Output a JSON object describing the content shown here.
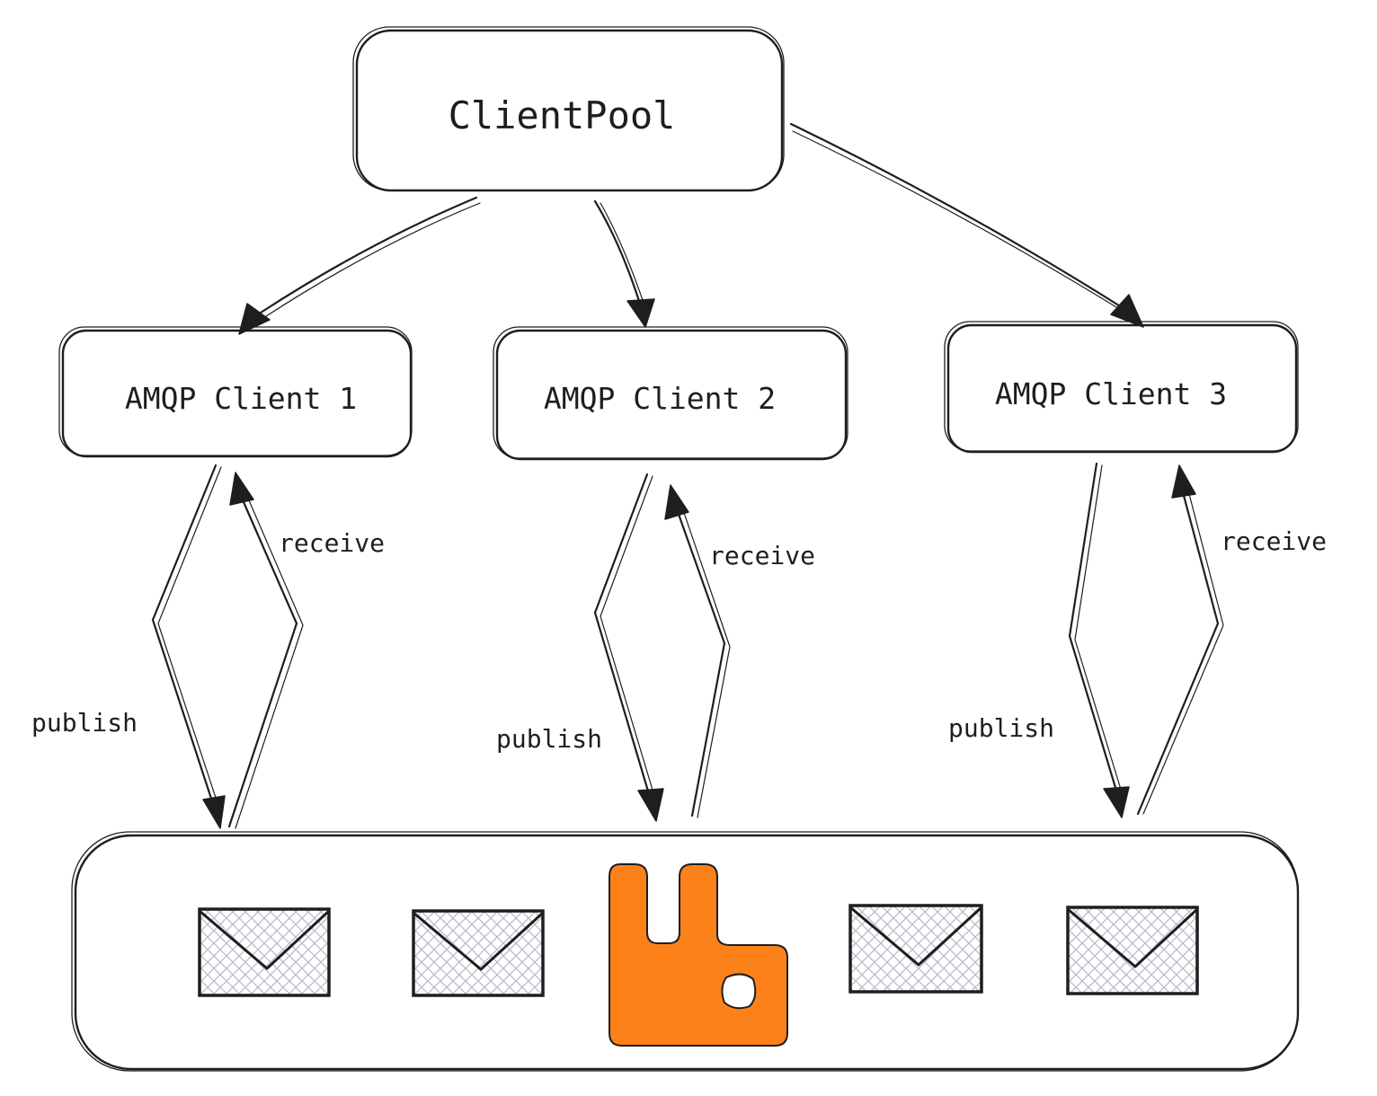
{
  "diagram": {
    "pool": {
      "label": "ClientPool"
    },
    "clients": [
      {
        "label": "AMQP Client 1"
      },
      {
        "label": "AMQP Client 2"
      },
      {
        "label": "AMQP Client 3"
      }
    ],
    "edges": {
      "publish_label": "publish",
      "receive_label": "receive"
    },
    "broker": {
      "message_icon": "envelope-icon",
      "message_count": 4,
      "logo_icon": "rabbitmq-logo-icon",
      "logo_color": "#fc8119"
    },
    "colors": {
      "stroke": "#1e1e1e",
      "background": "#ffffff",
      "hatch": "#b8bcc8"
    }
  }
}
